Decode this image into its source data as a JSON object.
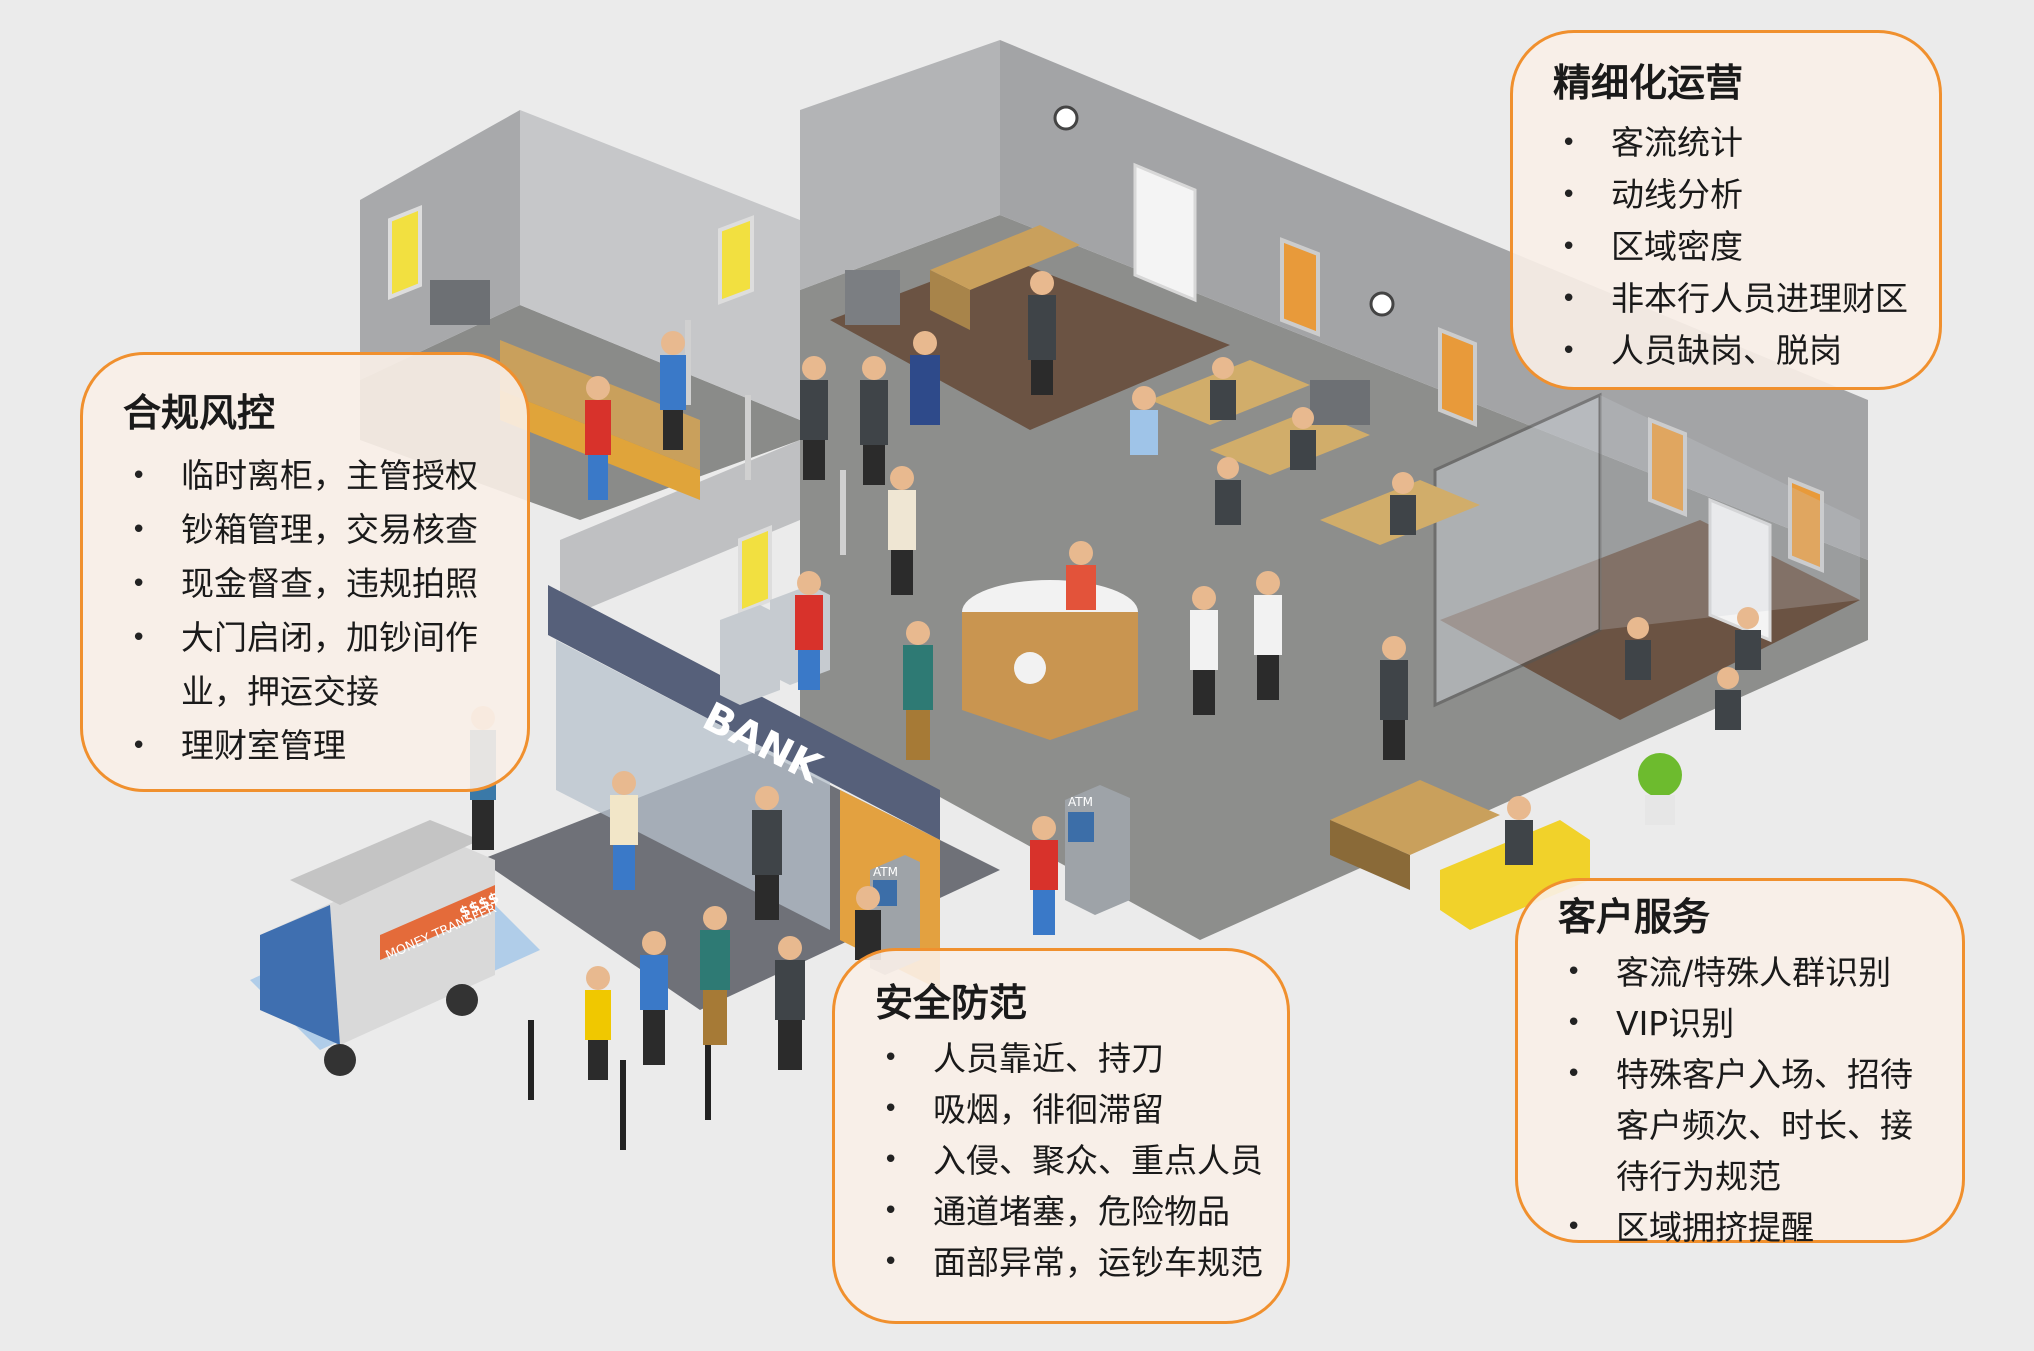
{
  "scene": {
    "bank_sign": "BANK",
    "atm_labels": [
      "ATM",
      "ATM"
    ],
    "van_labels": [
      "MONEY TRANSFER",
      "$$$$"
    ],
    "colors": {
      "accent": "#f0902e",
      "card_fill": "#faf0e8",
      "wall": "#a3a4a6",
      "floor": "#8d8e8c",
      "carpet": "#6b5343",
      "desk": "#c9a05c",
      "facade": "#56607a"
    }
  },
  "cards": {
    "ops": {
      "title": "精细化运营",
      "items": [
        "客流统计",
        "动线分析",
        "区域密度",
        "非本行人员进理财区",
        "人员缺岗、脱岗"
      ]
    },
    "compliance": {
      "title": "合规风控",
      "items": [
        "临时离柜，主管授权",
        "钞箱管理，交易核查",
        "现金督查，违规拍照",
        "大门启闭，加钞间作业，押运交接",
        "理财室管理"
      ]
    },
    "security": {
      "title": "安全防范",
      "items": [
        "人员靠近、持刀",
        "吸烟，徘徊滞留",
        "入侵、聚众、重点人员",
        "通道堵塞，危险物品",
        "面部异常，运钞车规范"
      ]
    },
    "service": {
      "title": "客户服务",
      "items": [
        "客流/特殊人群识别",
        "VIP识别",
        "特殊客户入场、招待客户频次、时长、接待行为规范",
        "区域拥挤提醒"
      ]
    }
  }
}
